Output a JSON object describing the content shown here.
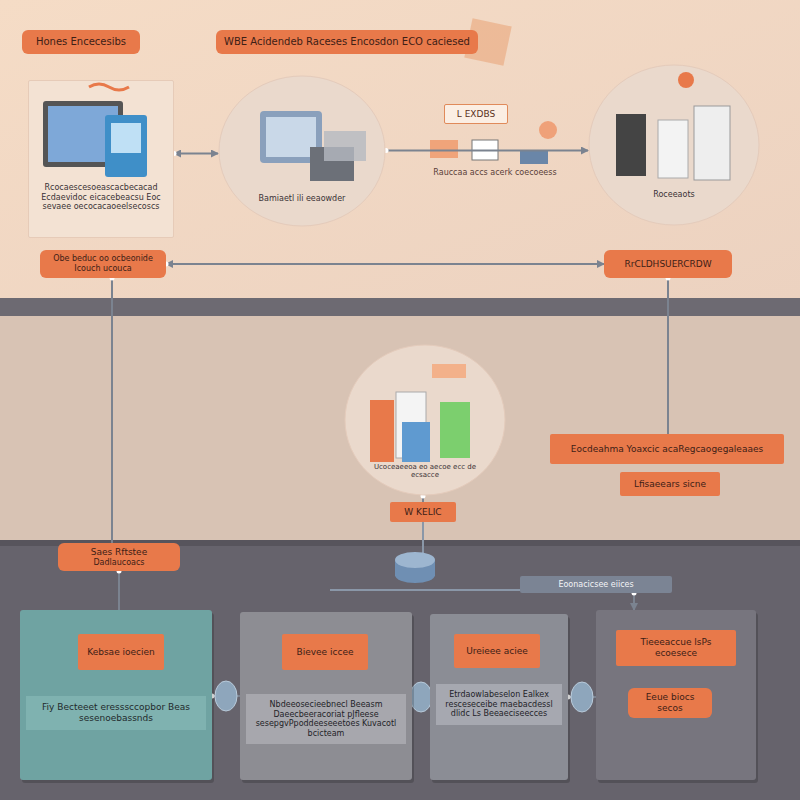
{
  "diagram": {
    "title": "WBE Acidendeb Raceses Encosdon ECO caciesed",
    "nodes": [
      {
        "text": [
          "Hones Encecesibs"
        ]
      },
      {
        "text": [
          "WBE Acidendeb Raceses Encosdon ECO caciesed"
        ]
      },
      {
        "text": [
          "Rcocaescesoeascacbecacad Ecdaevidoc eicacebeacsu Eoc sevaee oecocacaoeelsecoscs"
        ]
      },
      {
        "text": [
          "Bamiaetl ili eeaowder"
        ]
      },
      {
        "text": [
          "L EXDBS"
        ]
      },
      {
        "text": [
          "Roceeaots"
        ]
      },
      {
        "text": [
          "Obe beduc oo ocbeonide Icouch ucouca"
        ]
      },
      {
        "text": [
          "RrCLDHSUERCRDW"
        ]
      },
      {
        "text": [
          "Ucoceaeeoa eo aecoe ecc de ecsacce"
        ]
      },
      {
        "text": [
          "W KELIC"
        ]
      },
      {
        "text": [
          "Eocdeahma Yoaxcic acaRegcaogegaleaaes"
        ]
      },
      {
        "text": [
          "Lfisaeears sicne"
        ]
      },
      {
        "text": [
          "Saes Rftstee",
          "Dadlaucoacs"
        ]
      },
      {
        "text": [
          "Eoonacicsee eiices"
        ]
      },
      {
        "text": [
          "Fiy Becteeet eresssccopbor Beas sesenoebassnds"
        ]
      },
      {
        "text": [
          "Kebsae ioecien"
        ],
        "in": 14
      },
      {
        "text": [
          "Nbdeeosecieebnecl Beeasm Daeecbeeracoriat pJfleese sesepgvPpoddeeseeetoes Kuvacotl bcicteam"
        ]
      },
      {
        "text": [
          "Bievee iccee"
        ],
        "in": 16
      },
      {
        "text": [
          "Etrdaowlabeselon Ealkex resceseceibe maebacdessl dlidc Ls Beeaeciseecces"
        ]
      },
      {
        "text": [
          "Ureieee aciee"
        ],
        "in": 18
      },
      {
        "text": []
      },
      {
        "text": [
          "Tieeeaccue lsPs ecoesece"
        ],
        "in": 20
      },
      {
        "text": [
          "Eeue biocs secos"
        ],
        "in": 20
      }
    ],
    "edges": [
      {
        "from": 2,
        "to": 3,
        "arrow": "both"
      },
      {
        "from": 3,
        "to": 5,
        "arrow": "to"
      },
      {
        "from": 6,
        "to": 7,
        "arrow": "both"
      },
      {
        "from": 6,
        "to": 12,
        "arrow": "none"
      },
      {
        "from": 7,
        "to": 10,
        "arrow": "none"
      },
      {
        "from": 8,
        "to": 9,
        "arrow": "none"
      },
      {
        "from": 12,
        "to": 14,
        "arrow": "none"
      },
      {
        "from": 14,
        "to": 16,
        "arrow": "none"
      },
      {
        "from": 16,
        "to": 18,
        "arrow": "none"
      },
      {
        "from": 18,
        "to": 20,
        "arrow": "none"
      },
      {
        "from": 13,
        "to": 20,
        "arrow": "to"
      }
    ],
    "labels": [
      "Rauccaa accs acerk coecoeess"
    ]
  }
}
